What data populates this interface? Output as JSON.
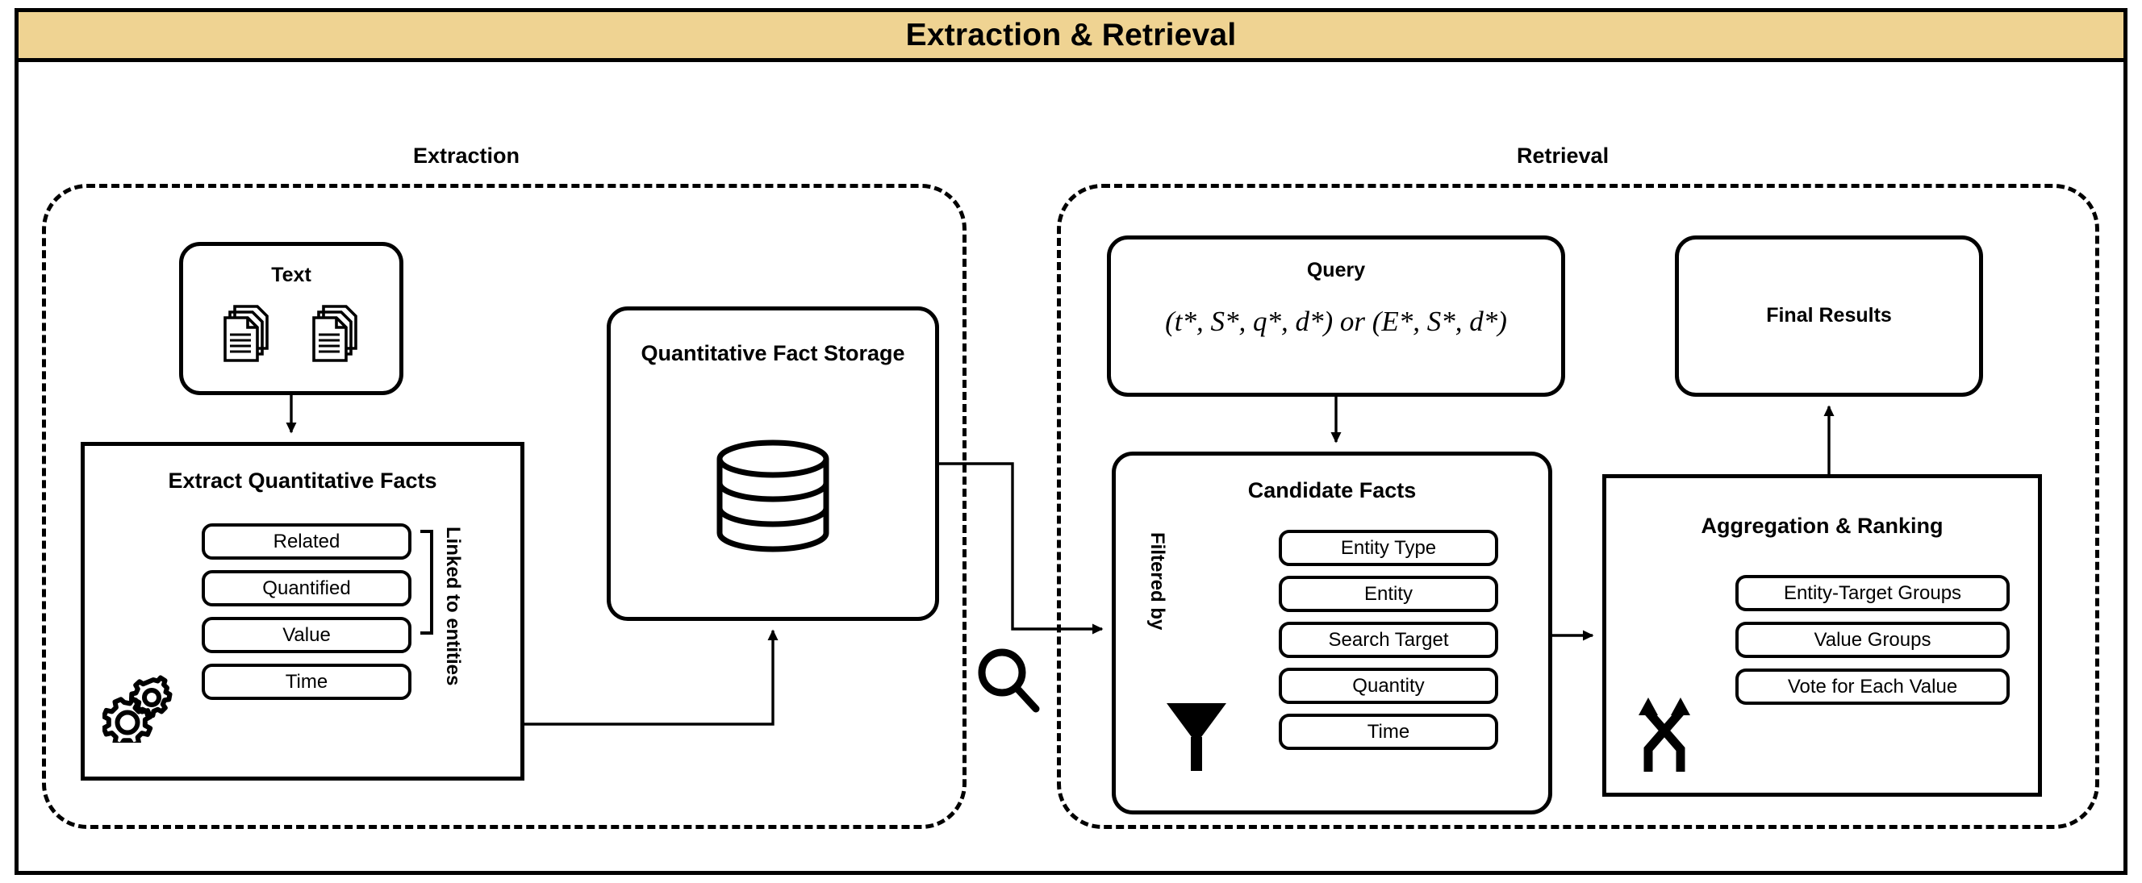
{
  "figure": {
    "title": "Extraction & Retrieval",
    "banner_color": "#efd392",
    "line_color": "#000000",
    "background": "#ffffff"
  },
  "sections": {
    "extraction": {
      "caption": "Extraction"
    },
    "retrieval": {
      "caption": "Retrieval"
    }
  },
  "extraction": {
    "text_box": {
      "title": "Text",
      "icons": [
        "document-stack-icon",
        "document-stack-icon"
      ]
    },
    "extract_box": {
      "title": "Extract Quantitative Facts",
      "icon": "gears-icon",
      "fields": [
        "Related",
        "Quantified",
        "Value",
        "Time"
      ],
      "bracket_label": "Linked to entities",
      "bracket_covers": [
        "Related",
        "Quantified"
      ]
    },
    "storage_box": {
      "title": "Quantitative Fact Storage",
      "icon": "database-cylinder-icon"
    }
  },
  "bridge": {
    "icon": "search-magnifier-icon"
  },
  "retrieval": {
    "query_box": {
      "title": "Query",
      "formula": "(t*, S*, q*, d*) or (E*, S*, d*)"
    },
    "final_results_box": {
      "title": "Final Results"
    },
    "candidate_box": {
      "title": "Candidate Facts",
      "side_label": "Filtered by",
      "icon": "funnel-filter-icon",
      "fields": [
        "Entity Type",
        "Entity",
        "Search Target",
        "Quantity",
        "Time"
      ]
    },
    "aggregation_box": {
      "title": "Aggregation & Ranking",
      "icon": "split-arrows-icon",
      "fields": [
        "Entity-Target Groups",
        "Value Groups",
        "Vote for Each Value"
      ]
    }
  },
  "flows": [
    {
      "from": "Text",
      "to": "Extract Quantitative Facts"
    },
    {
      "from": "Extract Quantitative Facts",
      "to": "Quantitative Fact Storage"
    },
    {
      "from": "Quantitative Fact Storage",
      "to": "Candidate Facts"
    },
    {
      "from": "Query",
      "to": "Candidate Facts"
    },
    {
      "from": "Candidate Facts",
      "to": "Aggregation & Ranking"
    },
    {
      "from": "Aggregation & Ranking",
      "to": "Final Results"
    }
  ]
}
